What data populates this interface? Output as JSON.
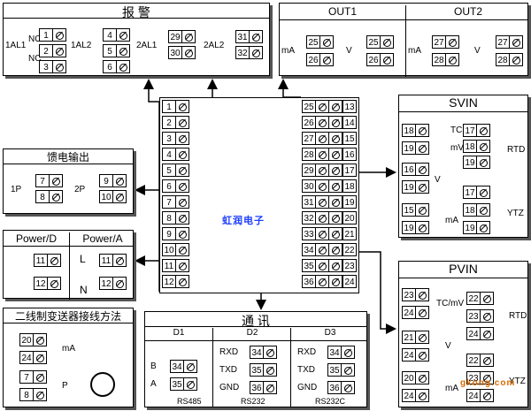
{
  "panels": {
    "alarm": {
      "title": "报 警",
      "labels": [
        "1AL1",
        "NO",
        "NC",
        "1AL2",
        "2AL1",
        "2AL2"
      ],
      "terms": [
        "1",
        "2",
        "3",
        "4",
        "5",
        "6",
        "29",
        "30",
        "31",
        "32"
      ]
    },
    "out": {
      "out1": "OUT1",
      "out2": "OUT2",
      "ma": "mA",
      "v": "V",
      "terms": [
        "25",
        "26",
        "25",
        "26",
        "27",
        "28",
        "27",
        "28"
      ]
    },
    "svin": {
      "title": "SVIN",
      "tc": "TC",
      "mv": "mV",
      "rtd": "RTD",
      "v": "V",
      "ma": "mA",
      "ytz": "YTZ",
      "terms": [
        "18",
        "19",
        "17",
        "18",
        "19",
        "16",
        "19",
        "17",
        "18",
        "19",
        "15",
        "19"
      ]
    },
    "feed": {
      "title": "馈电输出",
      "p1": "1P",
      "p2": "2P",
      "terms": [
        "7",
        "8",
        "9",
        "10"
      ]
    },
    "power": {
      "d": "Power/D",
      "a": "Power/A",
      "l": "L",
      "n": "N",
      "terms": [
        "11",
        "12",
        "11",
        "12"
      ]
    },
    "two_wire": {
      "title": "二线制变送器接线方法",
      "ma": "mA",
      "p": "P",
      "terms": [
        "20",
        "24",
        "7",
        "8"
      ]
    },
    "comm": {
      "title": "通 讯",
      "d1": "D1",
      "d2": "D2",
      "d3": "D3",
      "b": "B",
      "a": "A",
      "rxd": "RXD",
      "txd": "TXD",
      "gnd": "GND",
      "rs485": "RS485",
      "rs232": "RS232",
      "rs232c": "RS232C",
      "terms": [
        "34",
        "35",
        "34",
        "35",
        "36",
        "34",
        "35",
        "36"
      ]
    },
    "pvin": {
      "title": "PVIN",
      "tc": "TC/mV",
      "rtd": "RTD",
      "v": "V",
      "ma": "mA",
      "ytz": "YTZ",
      "terms": [
        "23",
        "24",
        "22",
        "23",
        "24",
        "21",
        "24",
        "20",
        "24",
        "22",
        "23",
        "24"
      ]
    },
    "center": {
      "left": [
        "1",
        "2",
        "3",
        "4",
        "5",
        "6",
        "7",
        "8",
        "9",
        "10",
        "11",
        "12"
      ],
      "right_in": [
        "25",
        "26",
        "27",
        "28",
        "29",
        "30",
        "31",
        "32",
        "33",
        "34",
        "35",
        "36"
      ],
      "right_out": [
        "13",
        "14",
        "15",
        "16",
        "17",
        "18",
        "19",
        "20",
        "21",
        "22",
        "23",
        "24"
      ],
      "brand": "虹润电子"
    },
    "watermark": "gkong.com"
  }
}
